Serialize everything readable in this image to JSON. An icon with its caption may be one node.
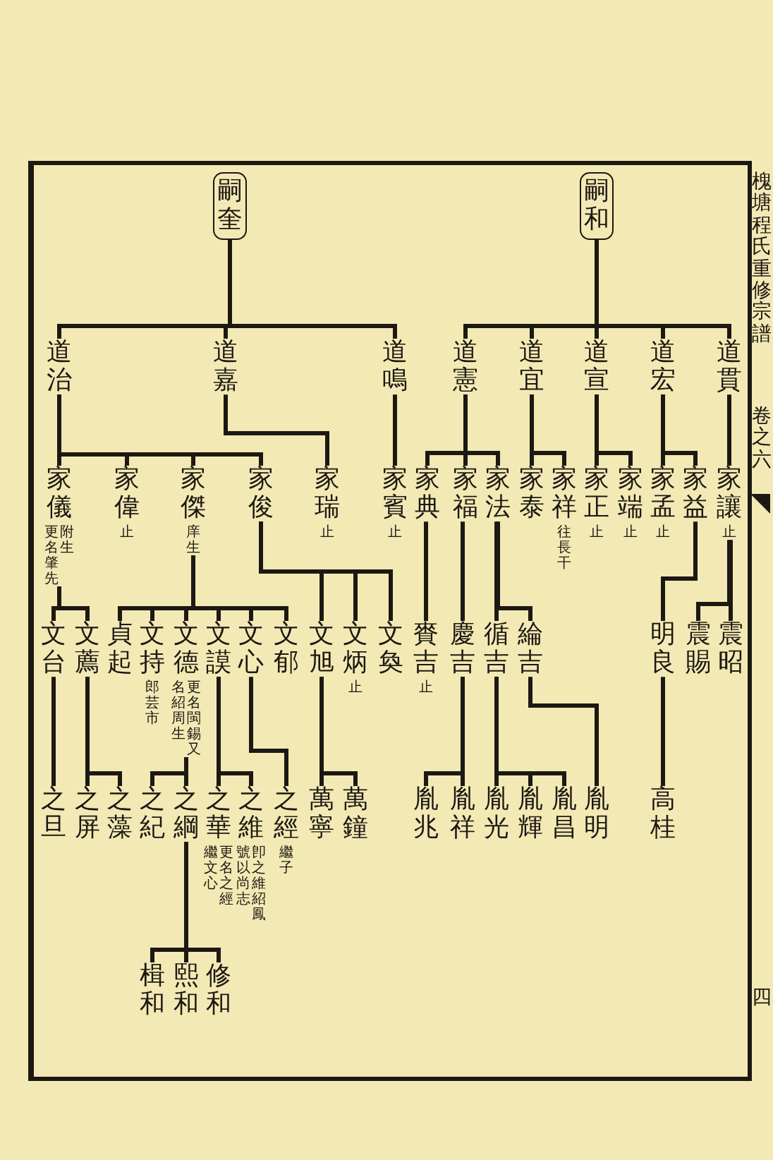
{
  "diagram": {
    "title": "槐塘程氏重修宗譜",
    "nodes": [
      {
        "text": [
          "嗣奎"
        ]
      },
      {
        "text": [
          "嗣和"
        ]
      },
      {
        "text": [
          "道治"
        ]
      },
      {
        "text": [
          "道嘉"
        ]
      },
      {
        "text": [
          "道鳴"
        ]
      },
      {
        "text": [
          "道憲"
        ]
      },
      {
        "text": [
          "道宜"
        ]
      },
      {
        "text": [
          "道宣"
        ]
      },
      {
        "text": [
          "道宏"
        ]
      },
      {
        "text": [
          "道貫"
        ]
      },
      {
        "text": [
          "家儀"
        ],
        "beside": [
          "附生",
          "更名肇先"
        ]
      },
      {
        "text": [
          "家偉"
        ],
        "beside": [
          "止"
        ]
      },
      {
        "text": [
          "家傑"
        ],
        "beside": [
          "庠生"
        ]
      },
      {
        "text": [
          "家俊"
        ]
      },
      {
        "text": [
          "家瑞"
        ],
        "beside": [
          "止"
        ]
      },
      {
        "text": [
          "家賓"
        ],
        "beside": [
          "止"
        ]
      },
      {
        "text": [
          "家典"
        ]
      },
      {
        "text": [
          "家福"
        ]
      },
      {
        "text": [
          "家法"
        ]
      },
      {
        "text": [
          "家泰"
        ]
      },
      {
        "text": [
          "家祥"
        ],
        "beside": [
          "往長干"
        ]
      },
      {
        "text": [
          "家正"
        ],
        "beside": [
          "止"
        ]
      },
      {
        "text": [
          "家端"
        ],
        "beside": [
          "止"
        ]
      },
      {
        "text": [
          "家孟"
        ],
        "beside": [
          "止"
        ]
      },
      {
        "text": [
          "家益"
        ]
      },
      {
        "text": [
          "家讓"
        ],
        "beside": [
          "止"
        ]
      },
      {
        "text": [
          "文台"
        ]
      },
      {
        "text": [
          "文薦"
        ]
      },
      {
        "text": [
          "貞起"
        ]
      },
      {
        "text": [
          "文持"
        ],
        "beside": [
          "郎芸市"
        ]
      },
      {
        "text": [
          "文德"
        ],
        "beside": [
          "更名閩錫又",
          "名紹周生"
        ]
      },
      {
        "text": [
          "文謨"
        ]
      },
      {
        "text": [
          "文心"
        ]
      },
      {
        "text": [
          "文郁"
        ]
      },
      {
        "text": [
          "文旭"
        ]
      },
      {
        "text": [
          "文炳"
        ],
        "beside": [
          "止"
        ]
      },
      {
        "text": [
          "文奐"
        ]
      },
      {
        "text": [
          "賚吉"
        ],
        "beside": [
          "止"
        ]
      },
      {
        "text": [
          "慶吉"
        ]
      },
      {
        "text": [
          "循吉"
        ]
      },
      {
        "text": [
          "綸吉"
        ]
      },
      {
        "text": [
          "明良"
        ]
      },
      {
        "text": [
          "震賜"
        ]
      },
      {
        "text": [
          "震昭"
        ]
      },
      {
        "text": [
          "之旦"
        ]
      },
      {
        "text": [
          "之屏"
        ]
      },
      {
        "text": [
          "之藻"
        ]
      },
      {
        "text": [
          "之紀"
        ]
      },
      {
        "text": [
          "之綱"
        ]
      },
      {
        "text": [
          "之華"
        ],
        "beside": [
          "更名之經",
          "繼文心"
        ]
      },
      {
        "text": [
          "之維"
        ],
        "beside": [
          "卽之維紹鳳",
          "號以尚志"
        ]
      },
      {
        "text": [
          "之經"
        ],
        "beside": [
          "繼子"
        ]
      },
      {
        "text": [
          "萬寧"
        ]
      },
      {
        "text": [
          "萬鐘"
        ]
      },
      {
        "text": [
          "胤兆"
        ]
      },
      {
        "text": [
          "胤祥"
        ]
      },
      {
        "text": [
          "胤光"
        ]
      },
      {
        "text": [
          "胤輝"
        ]
      },
      {
        "text": [
          "胤昌"
        ]
      },
      {
        "text": [
          "胤明"
        ]
      },
      {
        "text": [
          "高桂"
        ]
      },
      {
        "text": [
          "楫和"
        ]
      },
      {
        "text": [
          "熙和"
        ]
      },
      {
        "text": [
          "修和"
        ]
      }
    ],
    "edges": [
      {
        "from": 0,
        "to": 2,
        "arrow": "none"
      },
      {
        "from": 0,
        "to": 3,
        "arrow": "none"
      },
      {
        "from": 0,
        "to": 4,
        "arrow": "none"
      },
      {
        "from": 1,
        "to": 5,
        "arrow": "none"
      },
      {
        "from": 1,
        "to": 6,
        "arrow": "none"
      },
      {
        "from": 1,
        "to": 7,
        "arrow": "none"
      },
      {
        "from": 1,
        "to": 8,
        "arrow": "none"
      },
      {
        "from": 1,
        "to": 9,
        "arrow": "none"
      },
      {
        "from": 2,
        "to": 10,
        "arrow": "none"
      },
      {
        "from": 2,
        "to": 11,
        "arrow": "none"
      },
      {
        "from": 2,
        "to": 12,
        "arrow": "none"
      },
      {
        "from": 2,
        "to": 13,
        "arrow": "none"
      },
      {
        "from": 3,
        "to": 14,
        "arrow": "none"
      },
      {
        "from": 4,
        "to": 15,
        "arrow": "none"
      },
      {
        "from": 5,
        "to": 16,
        "arrow": "none"
      },
      {
        "from": 5,
        "to": 17,
        "arrow": "none"
      },
      {
        "from": 5,
        "to": 18,
        "arrow": "none"
      },
      {
        "from": 6,
        "to": 19,
        "arrow": "none"
      },
      {
        "from": 6,
        "to": 20,
        "arrow": "none"
      },
      {
        "from": 7,
        "to": 21,
        "arrow": "none"
      },
      {
        "from": 7,
        "to": 22,
        "arrow": "none"
      },
      {
        "from": 8,
        "to": 23,
        "arrow": "none"
      },
      {
        "from": 8,
        "to": 24,
        "arrow": "none"
      },
      {
        "from": 9,
        "to": 25,
        "arrow": "none"
      },
      {
        "from": 10,
        "to": 26,
        "arrow": "none"
      },
      {
        "from": 10,
        "to": 27,
        "arrow": "none"
      },
      {
        "from": 12,
        "to": 28,
        "arrow": "none"
      },
      {
        "from": 12,
        "to": 29,
        "arrow": "none"
      },
      {
        "from": 12,
        "to": 30,
        "arrow": "none"
      },
      {
        "from": 12,
        "to": 31,
        "arrow": "none"
      },
      {
        "from": 12,
        "to": 32,
        "arrow": "none"
      },
      {
        "from": 12,
        "to": 33,
        "arrow": "none"
      },
      {
        "from": 13,
        "to": 34,
        "arrow": "none"
      },
      {
        "from": 13,
        "to": 35,
        "arrow": "none"
      },
      {
        "from": 13,
        "to": 36,
        "arrow": "none"
      },
      {
        "from": 16,
        "to": 37,
        "arrow": "none"
      },
      {
        "from": 17,
        "to": 38,
        "arrow": "none"
      },
      {
        "from": 18,
        "to": 39,
        "arrow": "none"
      },
      {
        "from": 18,
        "to": 40,
        "arrow": "none"
      },
      {
        "from": 24,
        "to": 41,
        "arrow": "none"
      },
      {
        "from": 25,
        "to": 42,
        "arrow": "none"
      },
      {
        "from": 25,
        "to": 43,
        "arrow": "none"
      },
      {
        "from": 26,
        "to": 44,
        "arrow": "none"
      },
      {
        "from": 27,
        "to": 45,
        "arrow": "none"
      },
      {
        "from": 27,
        "to": 46,
        "arrow": "none"
      },
      {
        "from": 30,
        "to": 47,
        "arrow": "none"
      },
      {
        "from": 30,
        "to": 48,
        "arrow": "none"
      },
      {
        "from": 31,
        "to": 49,
        "arrow": "none"
      },
      {
        "from": 31,
        "to": 50,
        "arrow": "none"
      },
      {
        "from": 32,
        "to": 51,
        "arrow": "none"
      },
      {
        "from": 34,
        "to": 52,
        "arrow": "none"
      },
      {
        "from": 34,
        "to": 53,
        "arrow": "none"
      },
      {
        "from": 38,
        "to": 54,
        "arrow": "none"
      },
      {
        "from": 38,
        "to": 55,
        "arrow": "none"
      },
      {
        "from": 39,
        "to": 56,
        "arrow": "none"
      },
      {
        "from": 39,
        "to": 57,
        "arrow": "none"
      },
      {
        "from": 39,
        "to": 58,
        "arrow": "none"
      },
      {
        "from": 40,
        "to": 59,
        "arrow": "none"
      },
      {
        "from": 41,
        "to": 60,
        "arrow": "none"
      },
      {
        "from": 48,
        "to": 61,
        "arrow": "none"
      },
      {
        "from": 48,
        "to": 62,
        "arrow": "none"
      },
      {
        "from": 48,
        "to": 63,
        "arrow": "none"
      }
    ],
    "labels": [
      "卷之六",
      "四"
    ]
  }
}
